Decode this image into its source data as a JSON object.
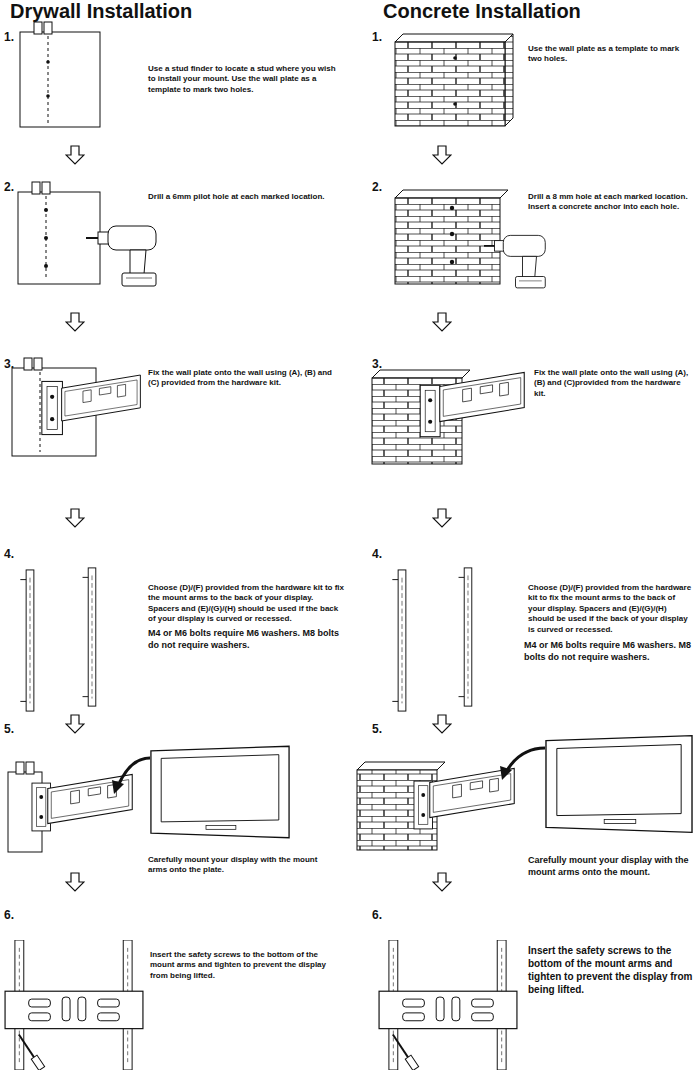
{
  "diagram": {
    "labels": [
      "Drywall Installation",
      "Concrete Installation",
      "1.",
      "Use a stud finder to locate a stud where you wish to install your mount. Use the wall plate as a template to mark two holes.",
      "2.",
      "Drill a 6mm pilot hole at each marked location.",
      "3.",
      "Fix the wall plate onto the wall using (A), (B) and (C) provided from the hardware kit.",
      "4.",
      "Choose (D)/(F) provided from the hardware kit to fix the mount arms to the back of your display. Spacers and (E)/(G)/(H) should be used if the back of your display is curved or recessed.",
      "M4 or M6 bolts require M6 washers. M8 bolts do not require washers.",
      "5.",
      "Carefully mount your display with the mount arms onto the plate.",
      "6.",
      "Insert the safety screws to the bottom of the mount arms and tighten to prevent the display from being lifted.",
      "1.",
      "Use the wall plate as a template to mark two holes.",
      "2.",
      "Drill a 8 mm hole at each marked location. Insert a concrete anchor into each hole.",
      "3.",
      "Fix the wall plate onto the wall using (A), (B) and (C)provided from the hardware kit.",
      "4.",
      "Choose (D)/(F) provided from the hardware kit to fix the mount arms to the back of your display. Spacers and (E)/(G)/(H) should be used if the back of your display is curved or recessed.",
      "M4 or M6 bolts require M6 washers. M8 bolts do not require washers.",
      "5.",
      "Carefully mount your display with the mount arms onto the mount.",
      "6.",
      "Insert the safety screws to the bottom of the mount arms and tighten to prevent the display from being lifted."
    ]
  }
}
